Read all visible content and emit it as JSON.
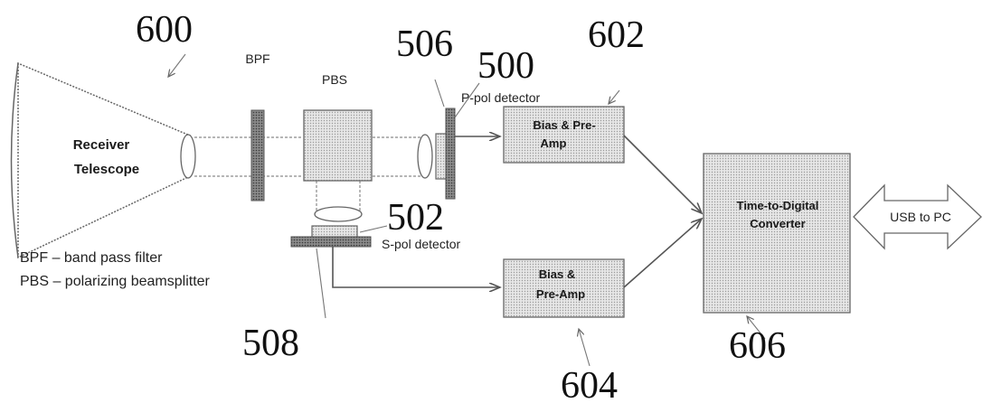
{
  "ref_numbers": {
    "r600": "600",
    "r506": "506",
    "r500": "500",
    "r602": "602",
    "r502": "502",
    "r508": "508",
    "r604": "604",
    "r606": "606"
  },
  "labels": {
    "bpf": "BPF",
    "pbs": "PBS",
    "telescope_line1": "Receiver",
    "telescope_line2": "Telescope",
    "p_pol_detector": "P-pol detector",
    "s_pol_detector": "S-pol detector",
    "bias_preamp_top_line1": "Bias & Pre-",
    "bias_preamp_top_line2": "Amp",
    "bias_preamp_bottom_line1": "Bias &",
    "bias_preamp_bottom_line2": "Pre-Amp",
    "tdc_line1": "Time-to-Digital",
    "tdc_line2": "Converter",
    "usb": "USB to PC"
  },
  "legend": {
    "line1": "BPF – band pass filter",
    "line2": "PBS – polarizing beamsplitter"
  },
  "colors": {
    "box_fill": "#d9d9d9",
    "stroke": "#555555",
    "background": "#ffffff"
  }
}
